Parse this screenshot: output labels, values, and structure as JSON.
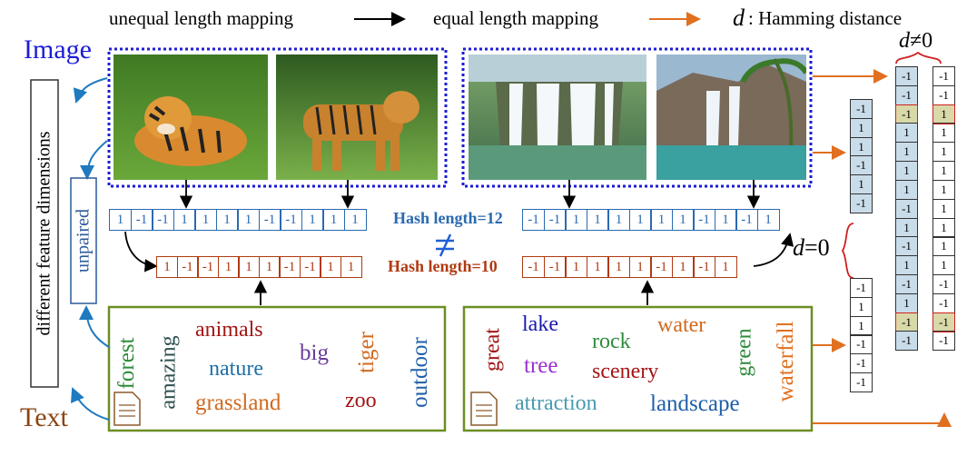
{
  "legend": {
    "unequal_label": "unequal length mapping",
    "equal_label": "equal length mapping",
    "d_symbol": "d",
    "hamming_label": ": Hamming distance"
  },
  "side": {
    "image_label": "Image",
    "text_label": "Text",
    "feature_dims": "different feature dimensions",
    "unpaired": "unpaired"
  },
  "hash": {
    "left_image_bits": [
      "1",
      "-1",
      "-1",
      "1",
      "1",
      "1",
      "1",
      "-1",
      "-1",
      "1",
      "1",
      "1"
    ],
    "left_text_bits": [
      "1",
      "-1",
      "-1",
      "1",
      "1",
      "1",
      "-1",
      "-1",
      "1",
      "1"
    ],
    "right_image_bits": [
      "-1",
      "-1",
      "1",
      "1",
      "1",
      "1",
      "1",
      "1",
      "-1",
      "1",
      "-1",
      "1"
    ],
    "right_text_bits": [
      "-1",
      "-1",
      "1",
      "1",
      "1",
      "1",
      "-1",
      "1",
      "-1",
      "1"
    ],
    "label12": "Hash length=12",
    "label10": "Hash length=10",
    "neq_symbol": "≠"
  },
  "distance": {
    "d_eq_0": "=0",
    "d_neq_0": "≠0"
  },
  "column_top": [
    "-1",
    "1",
    "1",
    "-1",
    "1",
    "-1"
  ],
  "column_bottom": [
    "-1",
    "1",
    "1",
    "-1",
    "-1",
    "-1"
  ],
  "column_tall1": [
    "-1",
    "-1",
    "-1",
    "1",
    "1",
    "1",
    "1",
    "-1",
    "1",
    "-1",
    "1",
    "-1",
    "1",
    "-1",
    "-1"
  ],
  "column_tall2": [
    "-1",
    "-1",
    "1",
    "1",
    "1",
    "1",
    "1",
    "1",
    "1",
    "1",
    "1",
    "-1",
    "-1",
    "-1",
    "-1"
  ],
  "words_left": [
    {
      "text": "forest",
      "color": "#2e8b3a"
    },
    {
      "text": "amazing",
      "color": "#2f4f4f"
    },
    {
      "text": "animals",
      "color": "#a31515"
    },
    {
      "text": "big",
      "color": "#6a3d9a"
    },
    {
      "text": "tiger",
      "color": "#d2691e"
    },
    {
      "text": "outdoor",
      "color": "#1f5fa8"
    },
    {
      "text": "nature",
      "color": "#1f6fa8"
    },
    {
      "text": "grassland",
      "color": "#d2691e"
    },
    {
      "text": "zoo",
      "color": "#a31515"
    }
  ],
  "words_right": [
    {
      "text": "great",
      "color": "#a31515"
    },
    {
      "text": "lake",
      "color": "#1a1ab0"
    },
    {
      "text": "water",
      "color": "#d2691e"
    },
    {
      "text": "rock",
      "color": "#2e8b3a"
    },
    {
      "text": "green",
      "color": "#2e8b3a"
    },
    {
      "text": "waterfall",
      "color": "#e07020"
    },
    {
      "text": "tree",
      "color": "#9b30d0"
    },
    {
      "text": "scenery",
      "color": "#a31515"
    },
    {
      "text": "attraction",
      "color": "#4a9ab0"
    },
    {
      "text": "landscape",
      "color": "#1f5fa8"
    }
  ],
  "colors": {
    "blue_bits": "#2a6ab0",
    "orange_bits": "#b03a10",
    "green_box": "#6b8e23",
    "dotted": "#1c1cd6",
    "arrow_orange": "#e07020"
  },
  "photos": [
    "tiger-lying-photo",
    "tiger-standing-photo",
    "waterfall-photo",
    "waterfall-rock-photo"
  ]
}
